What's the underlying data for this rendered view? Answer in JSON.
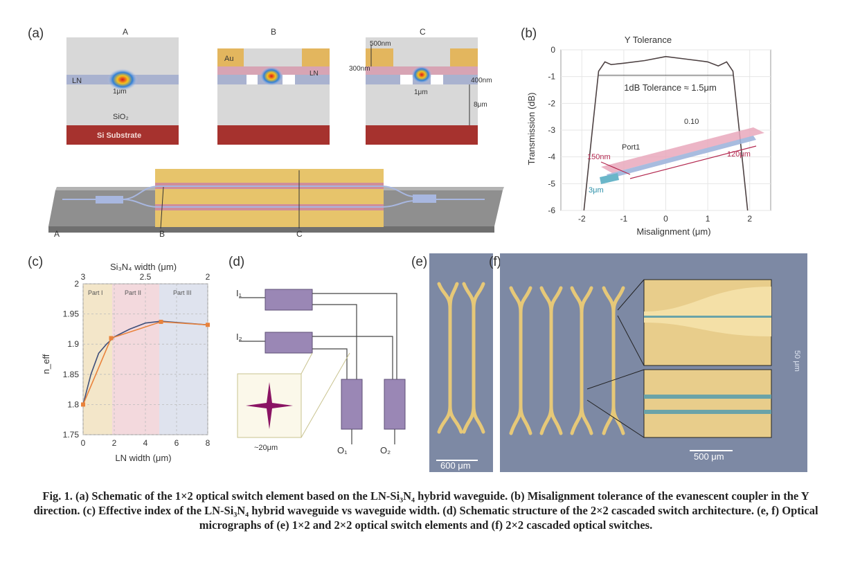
{
  "panels": {
    "a": {
      "label": "(a)",
      "sub_a": "A",
      "sub_b": "B",
      "sub_c": "C",
      "ln_label": "LN",
      "width_1um": "1μm",
      "sio2": "SiO₂",
      "substrate": "Si Substrate",
      "au": "Au",
      "ln_b": "LN",
      "dim_500": "500nm",
      "dim_300": "300nm",
      "dim_400": "400nm",
      "dim_1um": "1μm",
      "dim_8um": "8μm",
      "loc_a": "A",
      "loc_b": "B",
      "loc_c": "C"
    },
    "b": {
      "label": "(b)",
      "title": "Y Tolerance",
      "xlabel": "Misalignment (μm)",
      "ylabel": "Transmission (dB)",
      "annotation": "1dB Tolerance ≈ 1.5μm",
      "inset_d10": "0.10",
      "inset_port": "Port1",
      "inset_150": "150nm",
      "inset_120": "120μm",
      "inset_3": "3μm"
    },
    "c": {
      "label": "(c)",
      "top_axis_label": "Si₃N₄ width (μm)",
      "xlabel": "LN width (μm)",
      "ylabel": "n_eff",
      "region_1": "Part I",
      "region_2": "Part II",
      "region_3": "Part III"
    },
    "d": {
      "label": "(d)",
      "in1": "I₁",
      "in2": "I₂",
      "out1": "O₁",
      "out2": "O₂",
      "scale": "~20μm"
    },
    "e": {
      "label": "(e)",
      "scale": "600 μm"
    },
    "f": {
      "label": "(f)",
      "scale": "500 μm",
      "side": "50 μm"
    }
  },
  "chart_data": [
    {
      "type": "line",
      "title": "Y Tolerance",
      "xlabel": "Misalignment (μm)",
      "ylabel": "Transmission (dB)",
      "xlim": [
        -2.5,
        2.5
      ],
      "ylim": [
        -6,
        0
      ],
      "xticks": [
        -2,
        -1,
        0,
        1,
        2
      ],
      "yticks": [
        0,
        -1,
        -2,
        -3,
        -4,
        -5,
        -6
      ],
      "series": [
        {
          "x": [
            -1.95,
            -1.75,
            -1.6,
            -1.45,
            -1.3,
            -1.0,
            -0.5,
            0,
            0.5,
            1.0,
            1.25,
            1.45,
            1.6,
            1.75,
            1.95
          ],
          "y": [
            -6.0,
            -3.0,
            -0.8,
            -0.45,
            -0.55,
            -0.5,
            -0.4,
            -0.25,
            -0.35,
            -0.45,
            -0.6,
            -0.45,
            -0.8,
            -3.0,
            -6.0
          ]
        }
      ]
    },
    {
      "type": "line",
      "xlabel": "LN width (μm)",
      "ylabel": "n_eff",
      "top_axis_label": "Si₃N₄ width (μm)",
      "xlim": [
        0,
        8
      ],
      "ylim": [
        1.75,
        2.0
      ],
      "xticks": [
        0,
        2,
        4,
        6,
        8
      ],
      "yticks": [
        1.75,
        1.8,
        1.85,
        1.9,
        1.95,
        2.0
      ],
      "ytick_labels": [
        "1.75",
        "1.8",
        "1.85",
        "1.9",
        "1.95",
        "2"
      ],
      "top_ticks": [
        "3",
        "2.5",
        "2"
      ],
      "series": [
        {
          "x": [
            0,
            0.5,
            1,
            1.5,
            2,
            3,
            4,
            5,
            6,
            7,
            8
          ],
          "y": [
            1.8,
            1.85,
            1.885,
            1.9,
            1.912,
            1.925,
            1.935,
            1.938,
            1.936,
            1.934,
            1.932
          ]
        },
        {
          "x": [
            0,
            1.8,
            5,
            8
          ],
          "y": [
            1.8,
            1.91,
            1.937,
            1.932
          ]
        }
      ]
    }
  ],
  "caption": "Fig. 1. (a) Schematic of the 1×2 optical switch element based on the LN-Si₃N₄ hybrid waveguide. (b) Misalignment tolerance of the evanescent coupler in the Y direction. (c) Effective index of the LN-Si₃N₄ hybrid waveguide vs waveguide width. (d) Schematic structure of the 2×2 cascaded switch architecture. (e, f) Optical micrographs of (e) 1×2 and 2×2 optical switch elements and (f) 2×2 cascaded optical switches."
}
